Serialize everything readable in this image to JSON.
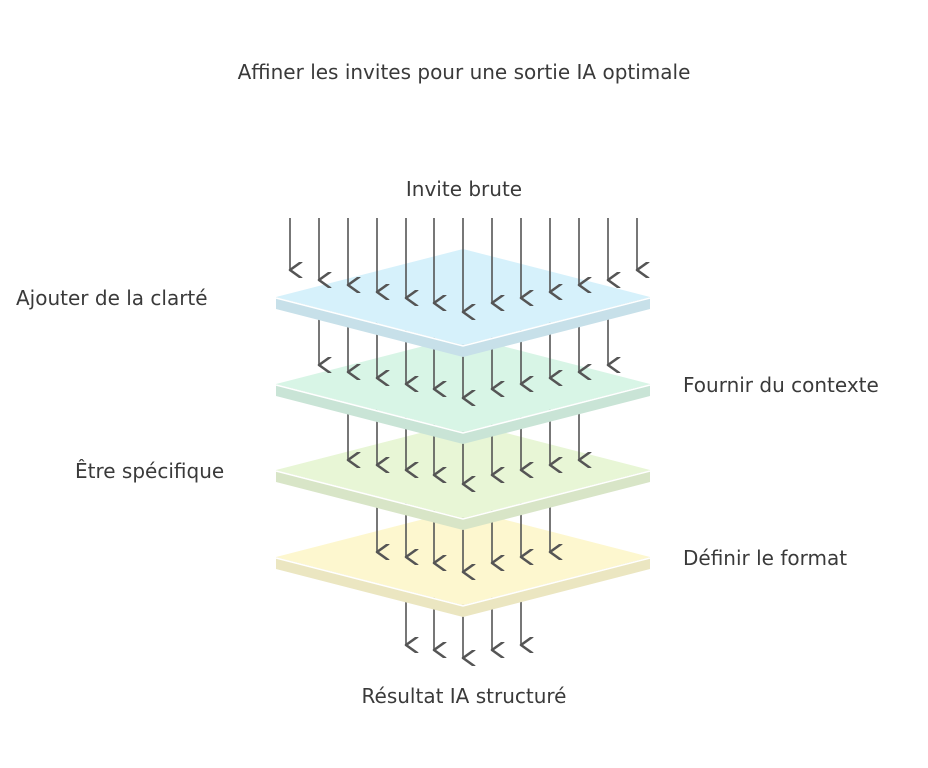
{
  "diagram": {
    "title": "Affiner les invites pour une sortie IA optimale",
    "input_label": "Invite brute",
    "output_label": "Résultat IA structuré",
    "layers": [
      {
        "label": "Ajouter de la clarté",
        "color": "#d6f1fb"
      },
      {
        "label": "Fournir du contexte",
        "color": "#d8f5e6"
      },
      {
        "label": "Être spécifique",
        "color": "#e8f6d6"
      },
      {
        "label": "Définir le format",
        "color": "#fdf7cf"
      }
    ],
    "arrow_color": "#555555"
  }
}
